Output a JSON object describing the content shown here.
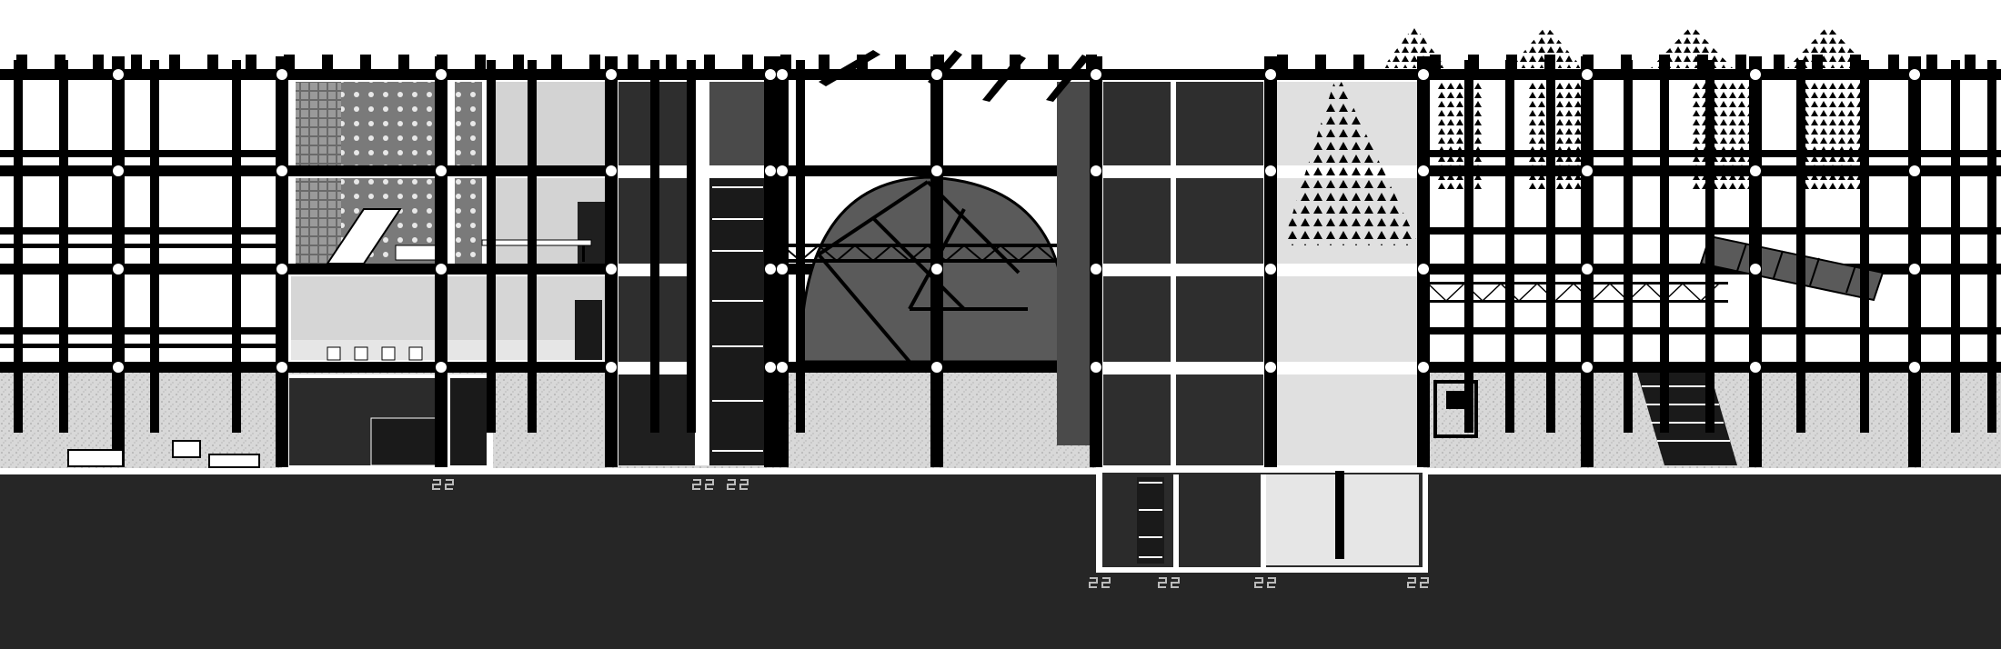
{
  "drawing": {
    "type": "architectural-section",
    "colors": {
      "ground": "#262626",
      "sky": "#ffffff",
      "structure": "#000000",
      "gravel": "#d9d9d9",
      "light_infill": "#d6d6d6",
      "dark_infill": "#2e2e2e",
      "node": "#ffffff",
      "vegetation": "#000000"
    },
    "structural_grid": {
      "bays": 17,
      "levels_above_ground": 4,
      "basement_levels": 1
    },
    "icons": [
      "stair-icon",
      "table-icon",
      "chair-icon",
      "truss-icon",
      "dome-icon",
      "tree-icon",
      "solar-panel-icon",
      "section-marker-icon"
    ]
  }
}
